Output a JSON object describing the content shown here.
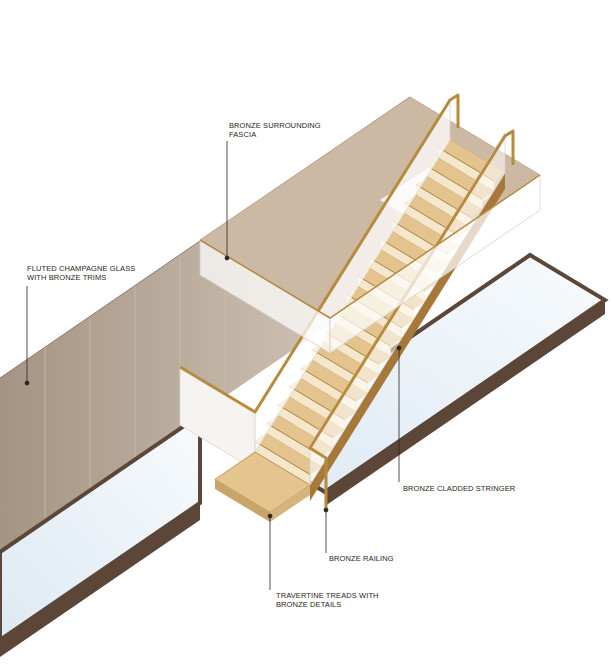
{
  "diagram": {
    "labels": [
      "BRONZE SURROUNDING FASCIA",
      "FLUTED CHAMPAGNE GLASS WITH BRONZE TRIMS",
      "BRONZE CLADDED STRINGER",
      "BRONZE RAILING",
      "TRAVERTINE TREADS WITH BRONZE DETAILS"
    ]
  }
}
